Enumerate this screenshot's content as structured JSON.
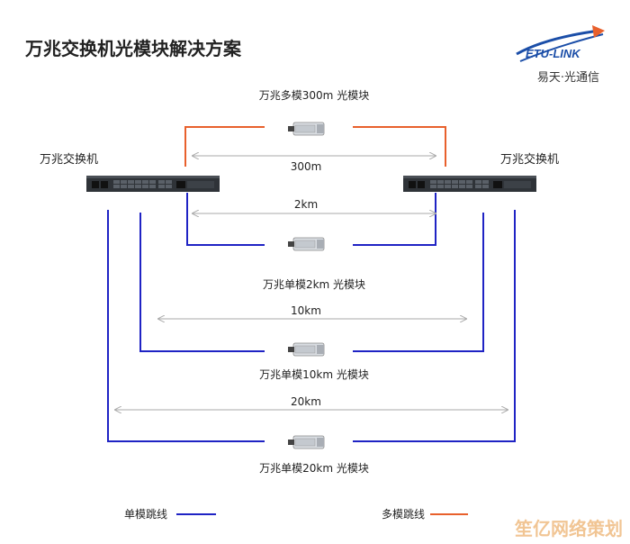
{
  "header": {
    "title": "万兆交换机光模块解决方案",
    "brand_logo_text": "ETU-LINK",
    "brand_tagline": "易天·光通信"
  },
  "switches": {
    "left_label": "万兆交换机",
    "right_label": "万兆交换机"
  },
  "links": [
    {
      "type": "multimode",
      "distance": "300m",
      "module_label": "万兆多模300m 光模块",
      "color": "#e8602c"
    },
    {
      "type": "singlemode",
      "distance": "2km",
      "module_label": "万兆单模2km 光模块",
      "color": "#1f23c4"
    },
    {
      "type": "singlemode",
      "distance": "10km",
      "module_label": "万兆单模10km 光模块",
      "color": "#1f23c4"
    },
    {
      "type": "singlemode",
      "distance": "20km",
      "module_label": "万兆单模20km 光模块",
      "color": "#1f23c4"
    }
  ],
  "legend": {
    "single_mode_label": "单模跳线",
    "single_mode_color": "#1f23c4",
    "multi_mode_label": "多模跳线",
    "multi_mode_color": "#e8602c"
  },
  "watermark": "笙亿网络策划"
}
